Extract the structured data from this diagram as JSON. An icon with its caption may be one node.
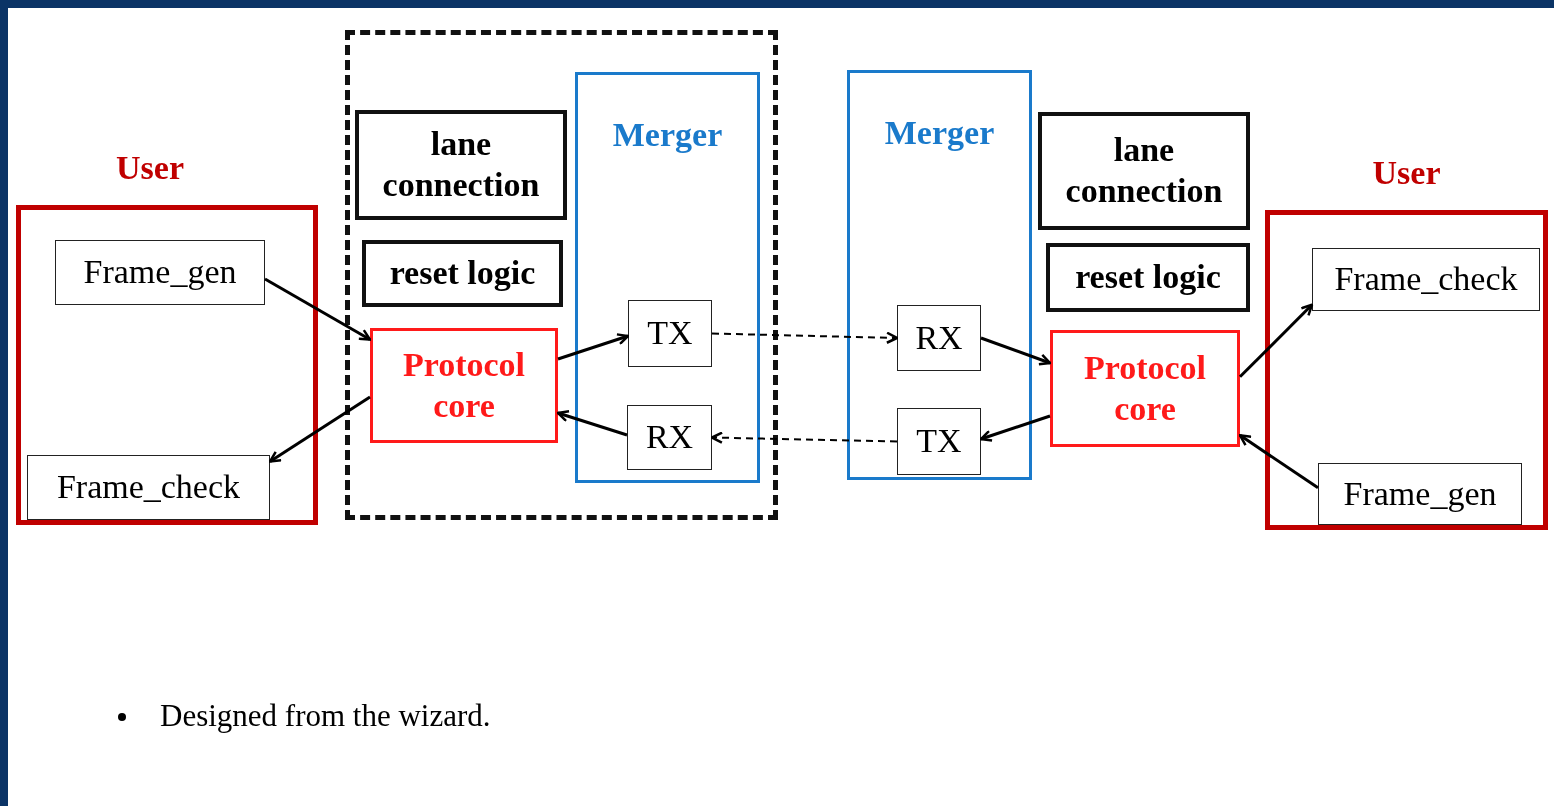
{
  "diagram": {
    "nodes": [
      {
        "text": [
          "User"
        ]
      },
      {
        "text": [
          "Frame_gen"
        ],
        "in": 0
      },
      {
        "text": [
          "Frame_check"
        ],
        "in": 0
      },
      {
        "text": [],
        "shape": "box"
      },
      {
        "text": [
          "lane connection"
        ],
        "in": 3
      },
      {
        "text": [
          "reset logic"
        ],
        "in": 3
      },
      {
        "text": [
          "Protocol core"
        ],
        "in": 3
      },
      {
        "text": [
          "Merger"
        ],
        "in": 3
      },
      {
        "text": [
          "TX"
        ],
        "in": 7
      },
      {
        "text": [
          "RX"
        ],
        "in": 7
      },
      {
        "text": [
          "Merger"
        ]
      },
      {
        "text": [
          "RX"
        ],
        "in": 10
      },
      {
        "text": [
          "TX"
        ],
        "in": 10
      },
      {
        "text": [
          "lane connection"
        ]
      },
      {
        "text": [
          "reset logic"
        ]
      },
      {
        "text": [
          "Protocol core"
        ]
      },
      {
        "text": [
          "User"
        ]
      },
      {
        "text": [
          "Frame_check"
        ],
        "in": 16
      },
      {
        "text": [
          "Frame_gen"
        ],
        "in": 16
      }
    ],
    "edges": [
      {
        "from": 1,
        "to": 6,
        "arrow": "to"
      },
      {
        "from": 6,
        "to": 2,
        "arrow": "to"
      },
      {
        "from": 6,
        "to": 8,
        "arrow": "to"
      },
      {
        "from": 9,
        "to": 6,
        "arrow": "to"
      },
      {
        "from": 8,
        "to": 11,
        "arrow": "to",
        "style": "dashed"
      },
      {
        "from": 12,
        "to": 9,
        "arrow": "to",
        "style": "dashed"
      },
      {
        "from": 11,
        "to": 15,
        "arrow": "to"
      },
      {
        "from": 15,
        "to": 12,
        "arrow": "to"
      },
      {
        "from": 15,
        "to": 17,
        "arrow": "to"
      },
      {
        "from": 18,
        "to": 15,
        "arrow": "to"
      }
    ],
    "labels": [
      "Designed from the wizard."
    ]
  }
}
